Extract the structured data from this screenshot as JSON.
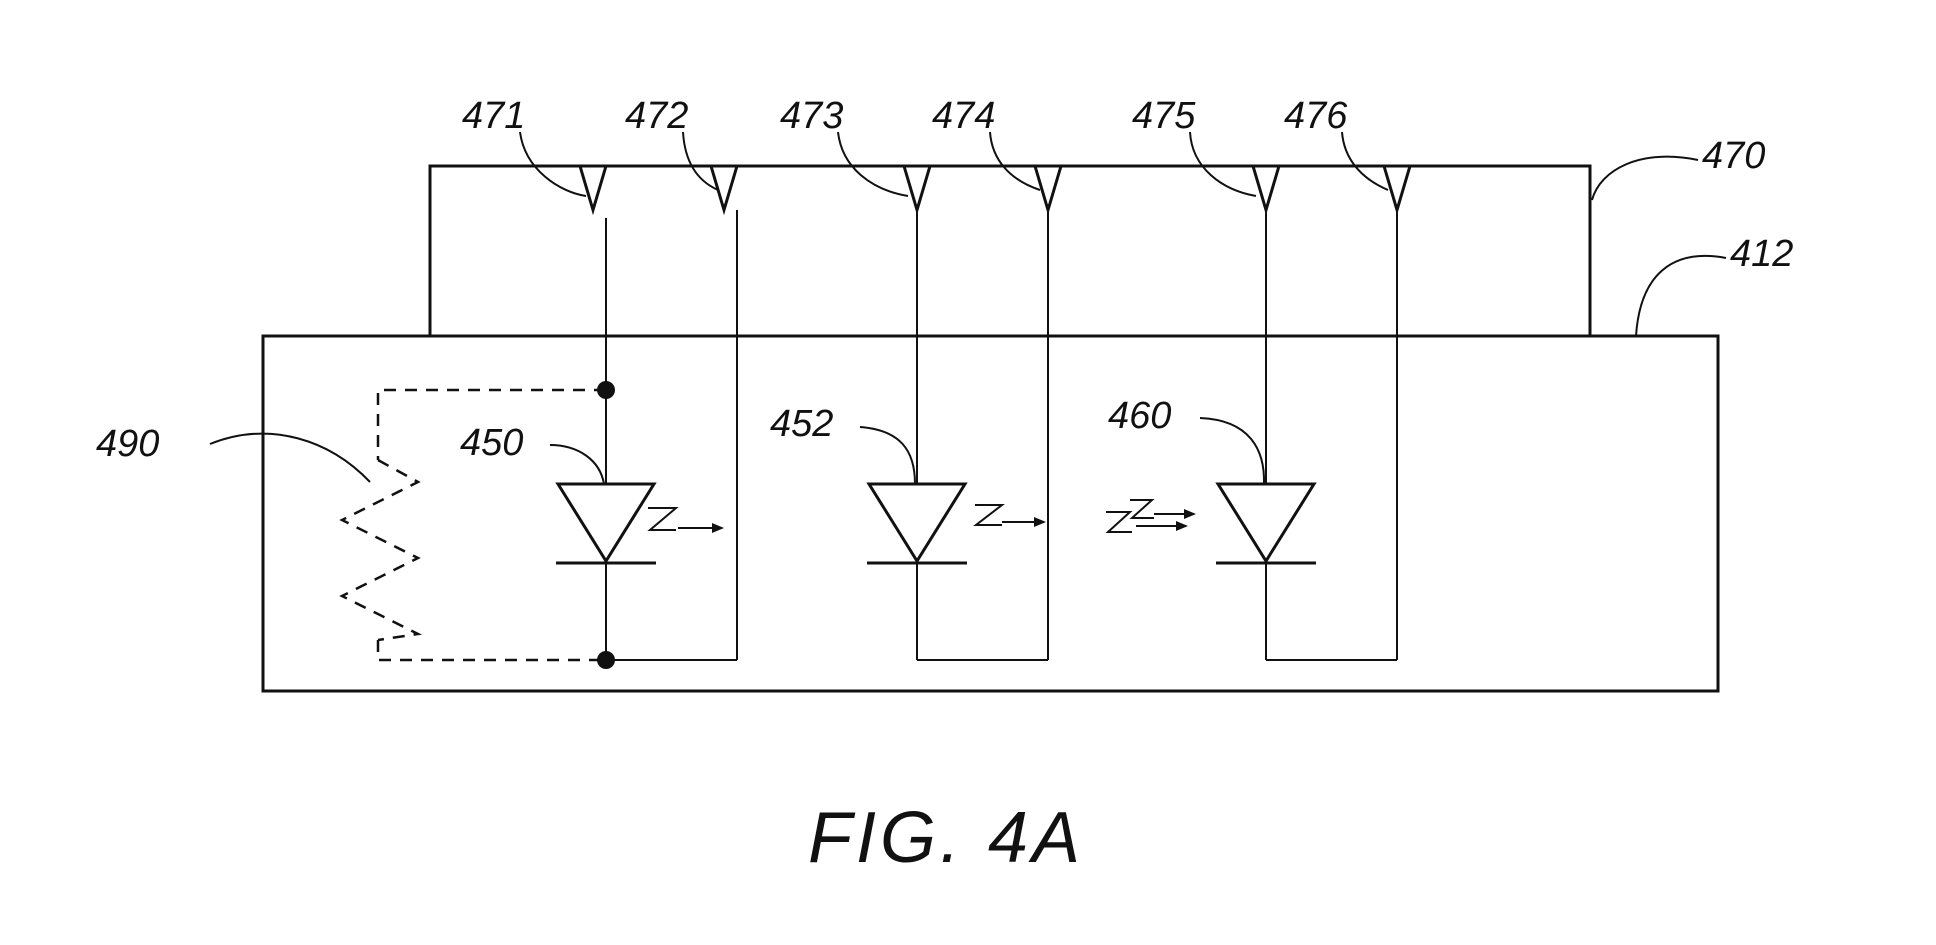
{
  "labels": {
    "l471": "471",
    "l472": "472",
    "l473": "473",
    "l474": "474",
    "l475": "475",
    "l476": "476",
    "l470": "470",
    "l412": "412",
    "l490": "490",
    "l450": "450",
    "l452": "452",
    "l460": "460"
  },
  "caption": "FIG.  4A"
}
